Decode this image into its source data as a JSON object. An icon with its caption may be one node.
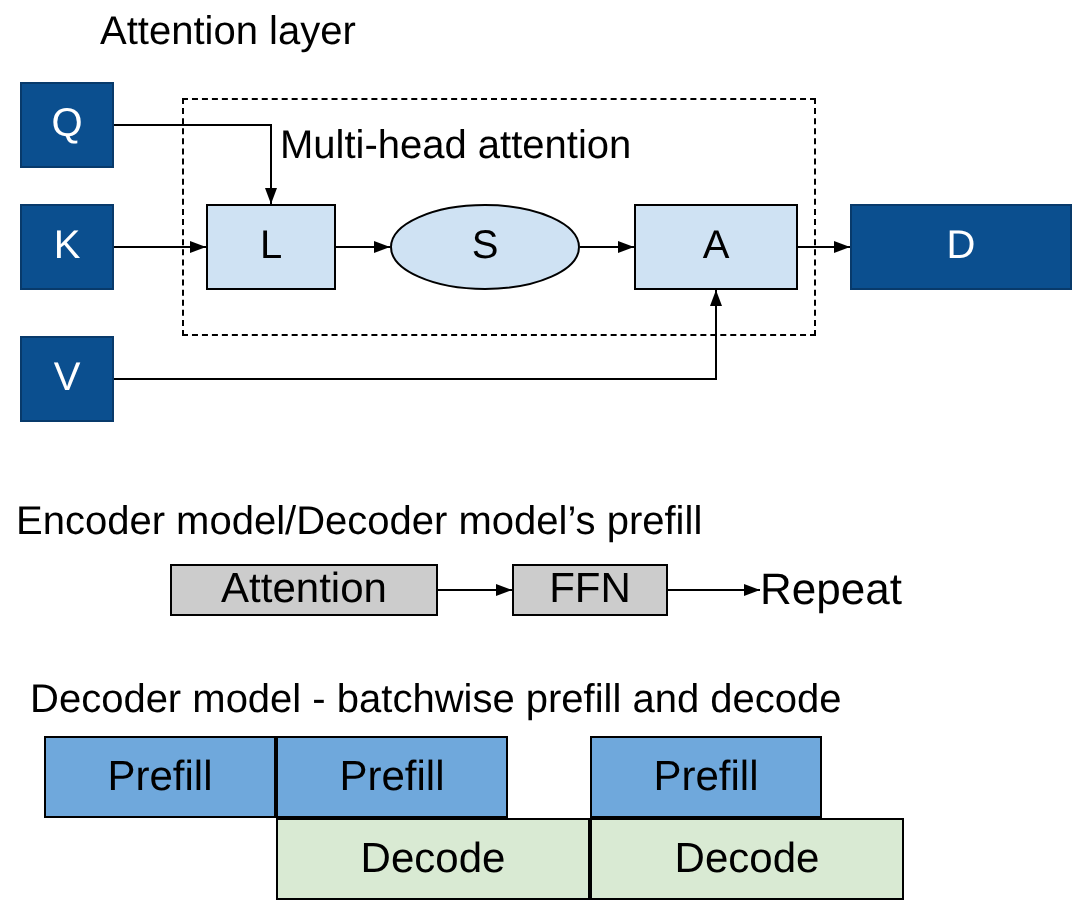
{
  "diagram": {
    "nodes": [
      {
        "text": [
          "Q"
        ]
      },
      {
        "text": [
          "K"
        ]
      },
      {
        "text": [
          "V"
        ]
      },
      {
        "text": [
          "Multi-head attention"
        ]
      },
      {
        "text": [
          "L"
        ],
        "in": 3
      },
      {
        "text": [
          "S"
        ],
        "in": 3
      },
      {
        "text": [
          "A"
        ],
        "in": 3
      },
      {
        "text": [
          "D"
        ]
      },
      {
        "text": [
          "Attention"
        ]
      },
      {
        "text": [
          "FFN"
        ]
      },
      {
        "text": [
          "Repeat"
        ]
      },
      {
        "text": [
          "Prefill"
        ]
      },
      {
        "text": [
          "Prefill"
        ]
      },
      {
        "text": [
          "Prefill"
        ]
      },
      {
        "text": [
          "Decode"
        ]
      },
      {
        "text": [
          "Decode"
        ]
      }
    ],
    "edges": [
      {
        "from": 0,
        "to": 4,
        "arrow": "to"
      },
      {
        "from": 1,
        "to": 4,
        "arrow": "to"
      },
      {
        "from": 4,
        "to": 5,
        "arrow": "to"
      },
      {
        "from": 5,
        "to": 6,
        "arrow": "to"
      },
      {
        "from": 6,
        "to": 7,
        "arrow": "to"
      },
      {
        "from": 2,
        "to": 6,
        "arrow": "to"
      },
      {
        "from": 8,
        "to": 9,
        "arrow": "to"
      },
      {
        "from": 9,
        "to": 10,
        "arrow": "to"
      }
    ],
    "labels": [
      "Attention layer",
      "Encoder model/Decoder model’s prefill",
      "Decoder model - batchwise prefill and decode"
    ]
  }
}
